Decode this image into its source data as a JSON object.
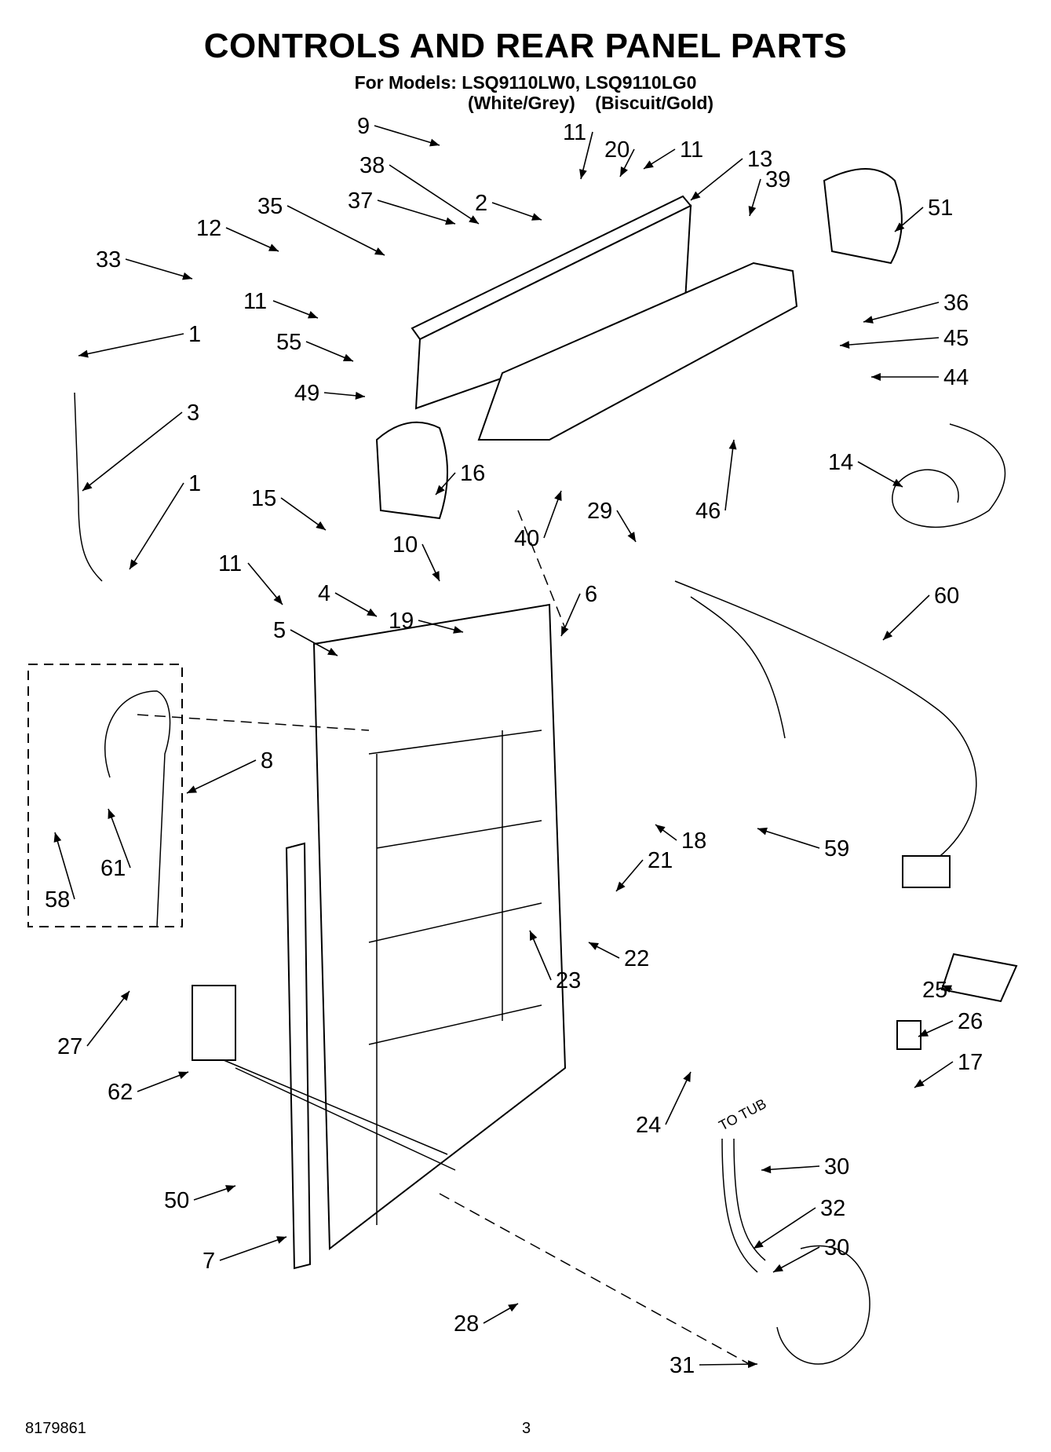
{
  "header": {
    "title": "CONTROLS AND REAR PANEL PARTS",
    "subtitle": "For Models: LSQ9110LW0, LSQ9110LG0",
    "color_variants": "(White/Grey)    (Biscuit/Gold)"
  },
  "diagram": {
    "callouts": [
      "9",
      "11",
      "20",
      "11",
      "13",
      "38",
      "2",
      "37",
      "39",
      "51",
      "35",
      "12",
      "33",
      "11",
      "36",
      "1",
      "55",
      "45",
      "44",
      "49",
      "3",
      "16",
      "14",
      "1",
      "40",
      "29",
      "46",
      "15",
      "10",
      "6",
      "60",
      "11",
      "4",
      "19",
      "5",
      "8",
      "18",
      "59",
      "61",
      "21",
      "58",
      "22",
      "23",
      "27",
      "25",
      "62",
      "24",
      "26",
      "17",
      "50",
      "30",
      "32",
      "30",
      "7",
      "28",
      "31"
    ],
    "to_tub_label": "TO TUB"
  },
  "footer": {
    "doc_number": "8179861",
    "page_number": "3"
  }
}
